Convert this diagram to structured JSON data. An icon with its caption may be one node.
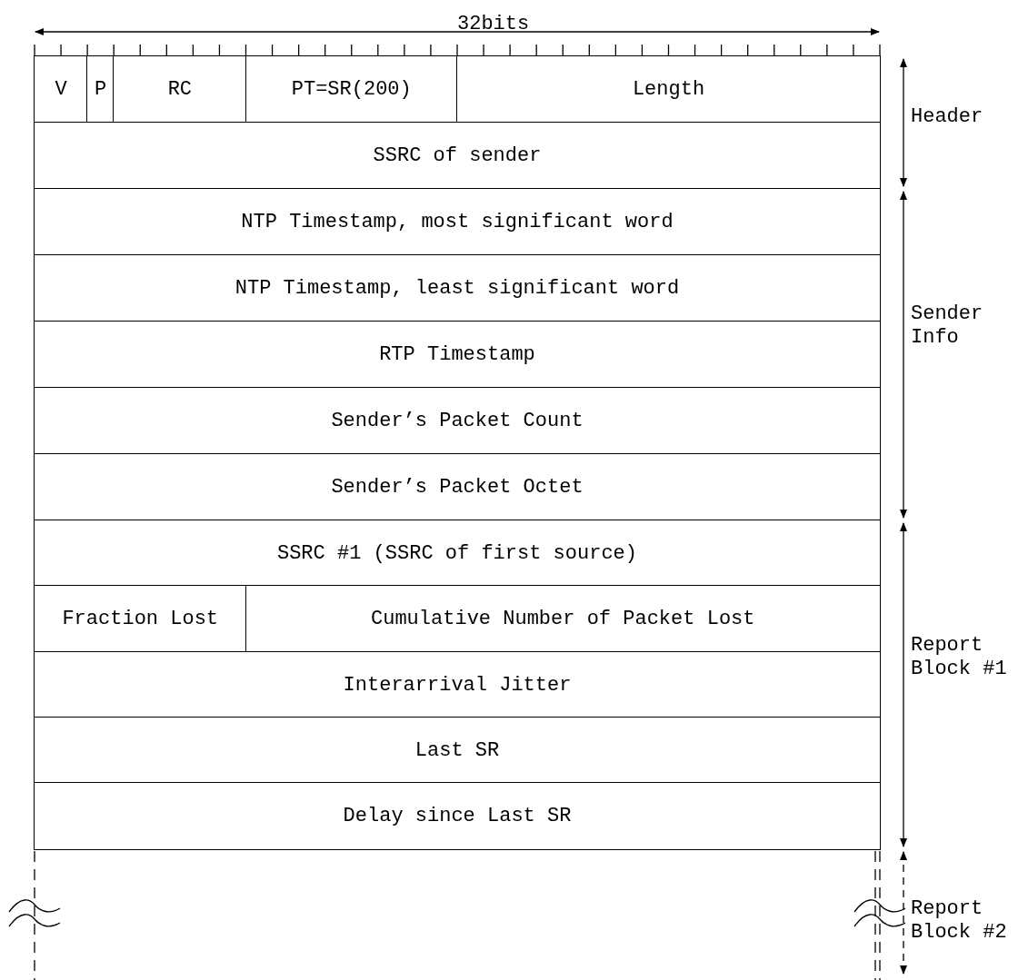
{
  "diagram": {
    "nodes": [
      {
        "text": [
          "V"
        ]
      },
      {
        "text": [
          "P"
        ]
      },
      {
        "text": [
          "RC"
        ]
      },
      {
        "text": [
          "PT=SR(200)"
        ]
      },
      {
        "text": [
          "Length"
        ]
      },
      {
        "text": [
          "SSRC of sender"
        ]
      },
      {
        "text": [
          "NTP Timestamp, most significant word"
        ]
      },
      {
        "text": [
          "NTP Timestamp, least significant word"
        ]
      },
      {
        "text": [
          "RTP Timestamp"
        ]
      },
      {
        "text": [
          "Sender’s Packet Count"
        ]
      },
      {
        "text": [
          "Sender’s Packet Octet"
        ]
      },
      {
        "text": [
          "SSRC #1 (SSRC of first source)"
        ]
      },
      {
        "text": [
          "Fraction Lost"
        ]
      },
      {
        "text": [
          "Cumulative Number of Packet Lost"
        ]
      },
      {
        "text": [
          "Interarrival Jitter"
        ]
      },
      {
        "text": [
          "Last SR"
        ]
      },
      {
        "text": [
          "Delay since Last SR"
        ]
      }
    ],
    "edges": [],
    "labels": [
      "32bits",
      "Header",
      "Sender Info",
      "Report Block #1",
      "Report Block #2"
    ]
  }
}
